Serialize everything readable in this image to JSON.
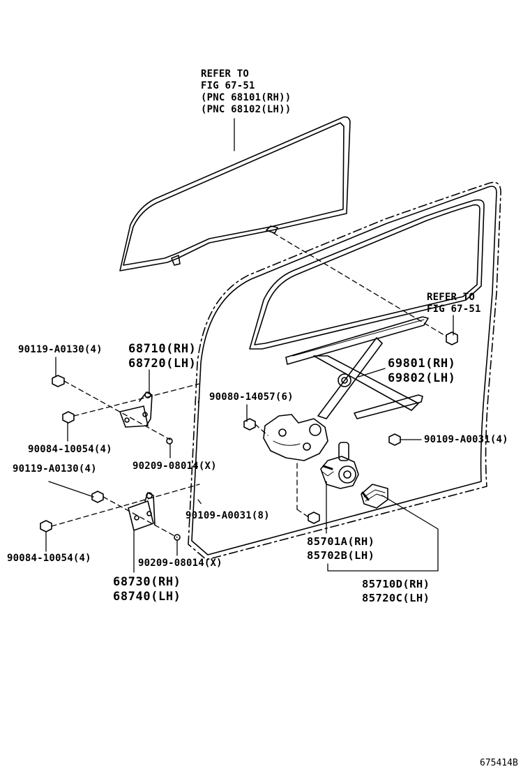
{
  "glass_ref": {
    "line1": "REFER TO",
    "line2": "FIG 67-51",
    "line3": "(PNC 68101(RH))",
    "line4": "(PNC 68102(LH))"
  },
  "bolt_ref": {
    "line1": "REFER TO",
    "line2": "FIG 67-51"
  },
  "parts": {
    "upper_hinge_bolt": "90119-A0130(4)",
    "upper_hinge_rh": "68710(RH)",
    "upper_hinge_lh": "68720(LH)",
    "upper_hinge_screw": "90084-10054(4)",
    "upper_hinge_pin": "90209-08014(X)",
    "regulator_bolt": "90080-14057(6)",
    "regulator_rh": "69801(RH)",
    "regulator_lh": "69802(LH)",
    "regulator_bolt_right": "90109-A0031(4)",
    "lower_hinge_bolt": "90119-A0130(4)",
    "lower_hinge_screw": "90084-10054(4)",
    "regulator_bolt_bottom": "90109-A0031(8)",
    "lower_hinge_pin": "90209-08014(X)",
    "lower_hinge_rh": "68730(RH)",
    "lower_hinge_lh": "68740(LH)",
    "motor_rh": "85701A(RH)",
    "motor_lh": "85702B(LH)",
    "switch_rh": "85710D(RH)",
    "switch_lh": "85720C(LH)"
  },
  "figure_code": "675414B"
}
